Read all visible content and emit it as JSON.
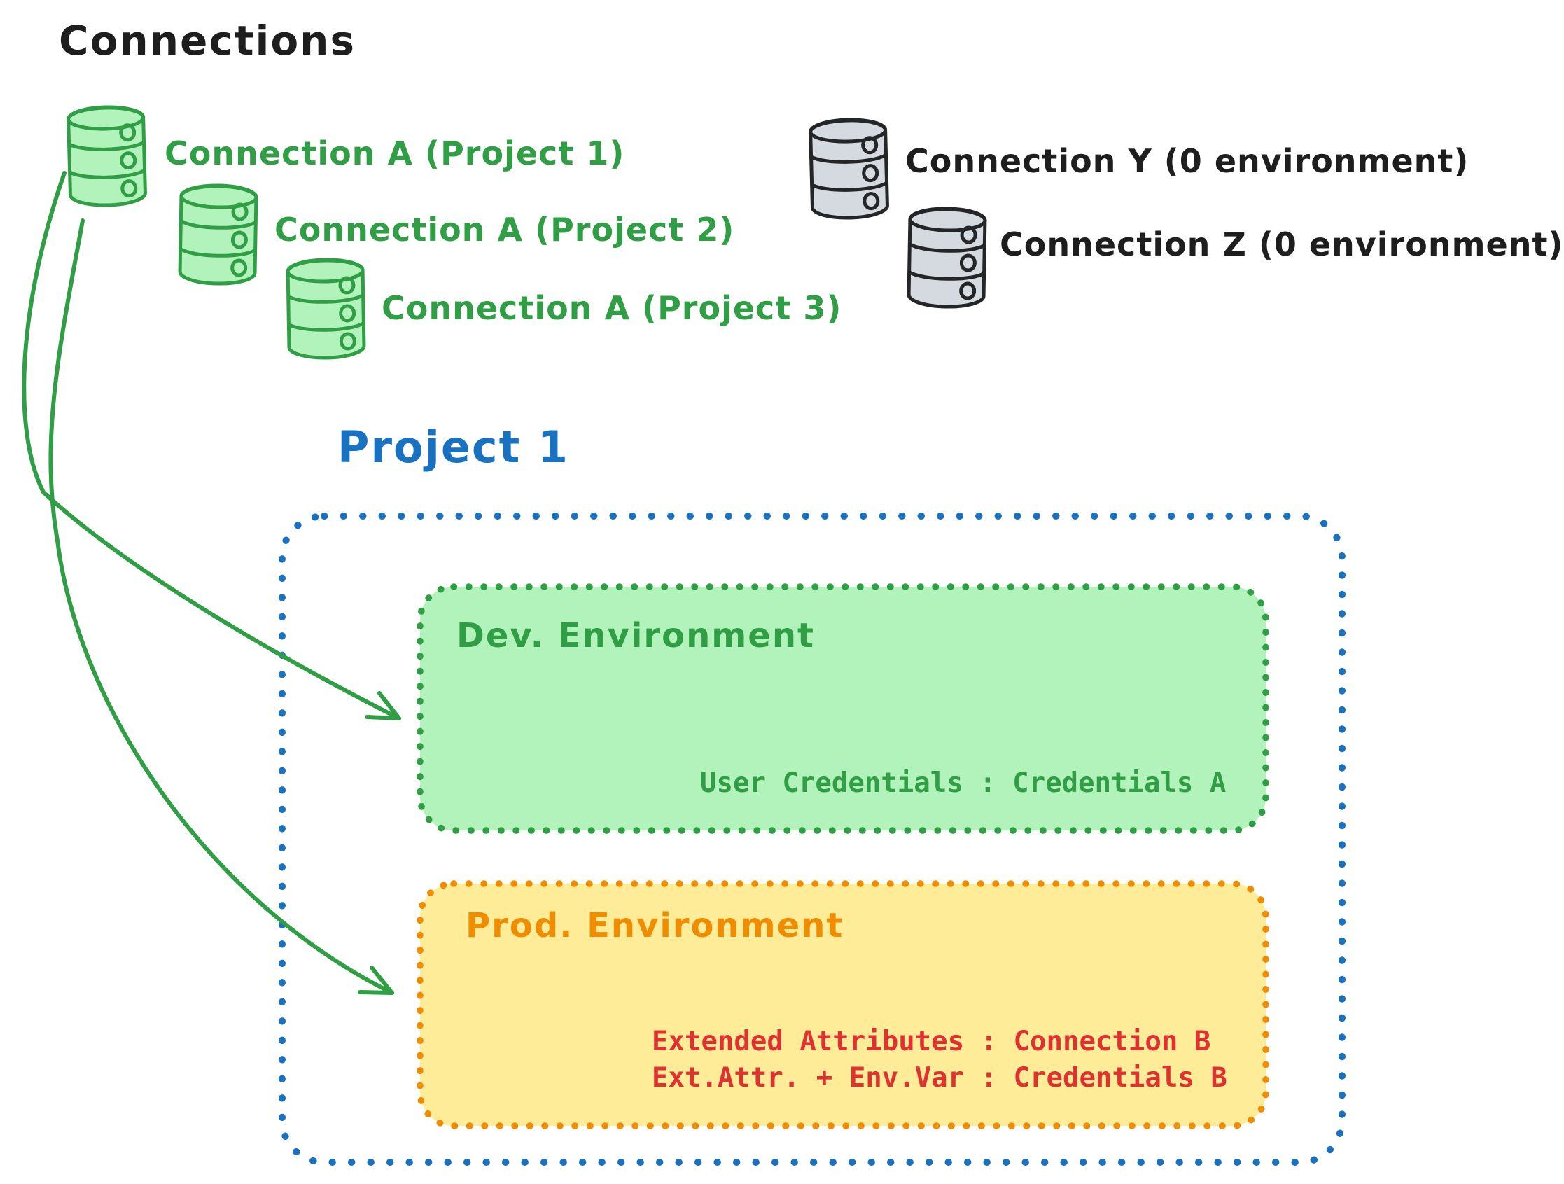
{
  "header": {
    "title": "Connections"
  },
  "colors": {
    "black": "#1e1e1e",
    "green_stroke": "#2f9e44",
    "green_fill": "#b2f2bb",
    "gray_fill": "#d4dae0",
    "blue": "#1971c2",
    "orange": "#f08c00",
    "yellow_fill": "#ffec99",
    "red": "#e03131"
  },
  "connections": {
    "project_a": [
      {
        "icon": "database-icon",
        "label": "Connection A (Project 1)"
      },
      {
        "icon": "database-icon",
        "label": "Connection A (Project 2)"
      },
      {
        "icon": "database-icon",
        "label": "Connection A (Project 3)"
      }
    ],
    "unassigned": [
      {
        "icon": "database-icon",
        "label": "Connection Y (0 environment)"
      },
      {
        "icon": "database-icon",
        "label": "Connection Z (0 environment)"
      }
    ]
  },
  "project": {
    "title": "Project 1",
    "environments": [
      {
        "name": "Dev. Environment",
        "mappings": [
          "User Credentials : Credentials A"
        ]
      },
      {
        "name": "Prod. Environment",
        "mappings": [
          "Extended Attributes : Connection B",
          "Ext.Attr. + Env.Var : Credentials B"
        ]
      }
    ]
  },
  "arrows": [
    {
      "from": "Connection A (Project 1)",
      "to": "Dev. Environment"
    },
    {
      "from": "Connection A (Project 1)",
      "to": "Prod. Environment"
    }
  ]
}
